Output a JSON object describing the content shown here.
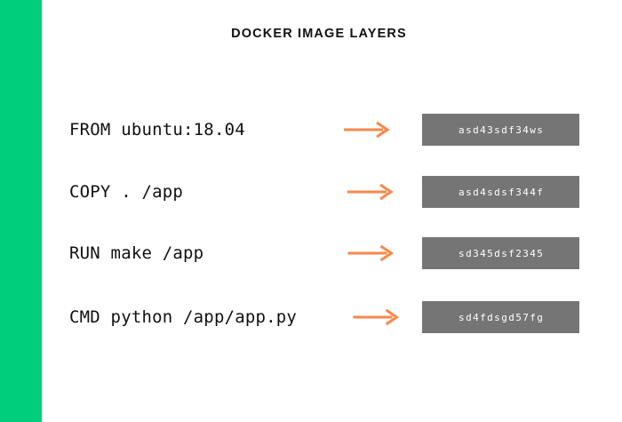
{
  "slide": {
    "title": "DOCKER IMAGE LAYERS",
    "accent_color": "#00ce7c",
    "background_color": "#ffffff",
    "arrow_color": "#f8884a",
    "layer_box_color": "#757575",
    "text_color": "#111111"
  },
  "layers": [
    {
      "command": "FROM ubuntu:18.04",
      "arrow": "right-arrow-icon",
      "hash": "asd43sdf34ws"
    },
    {
      "command": "COPY . /app",
      "arrow": "right-arrow-icon",
      "hash": "asd4sdsf344f"
    },
    {
      "command": "RUN make /app",
      "arrow": "right-arrow-icon",
      "hash": "sd345dsf2345"
    },
    {
      "command": "CMD python /app/app.py",
      "arrow": "right-arrow-icon",
      "hash": "sd4fdsgd57fg"
    }
  ]
}
